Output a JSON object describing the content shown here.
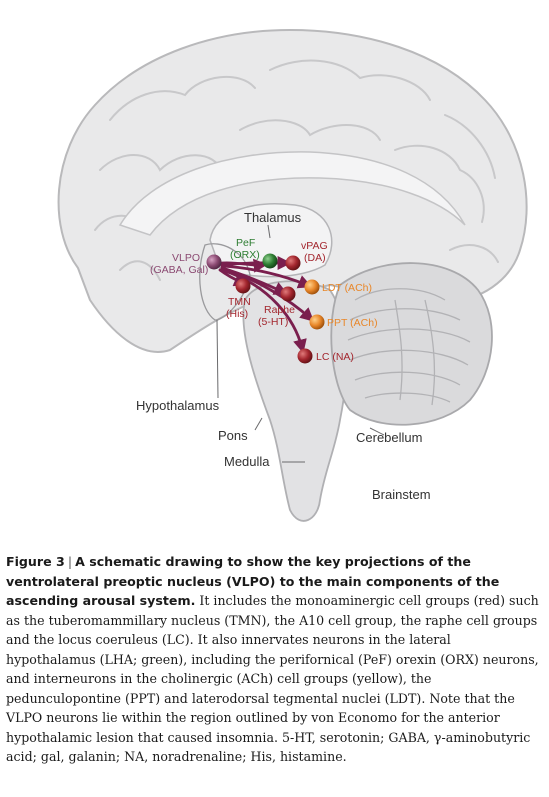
{
  "diagram": {
    "regions": {
      "thalamus": "Thalamus",
      "hypothalamus": "Hypothalamus",
      "pons": "Pons",
      "medulla": "Medulla",
      "cerebellum": "Cerebellum",
      "brainstem": "Brainstem"
    },
    "nuclei": {
      "vlpo": {
        "line1": "VLPO",
        "line2": "(GABA, Gal)",
        "color": "#8b4a72"
      },
      "pef": {
        "line1": "PeF",
        "line2": "(ORX)",
        "color": "#2e7d32"
      },
      "vpag": {
        "line1": "vPAG",
        "line2": "(DA)",
        "color": "#a3262e"
      },
      "tmn": {
        "line1": "TMN",
        "line2": "(His)",
        "color": "#a3262e"
      },
      "raphe": {
        "line1": "Raphe",
        "line2": "(5-HT)",
        "color": "#a3262e"
      },
      "ldt": {
        "text": "LDT (ACh)",
        "color": "#e8872a"
      },
      "ppt": {
        "text": "PPT (ACh)",
        "color": "#e8872a"
      },
      "lc": {
        "text": "LC (NA)",
        "color": "#a3262e"
      }
    },
    "arrow_color": "#7a1f4e"
  },
  "caption": {
    "figure_number": "Figure 3",
    "title": "A schematic drawing to show the key projections of the ventrolateral preoptic nucleus (VLPO) to the main components of the ascending arousal system.",
    "body": "It includes the monoaminergic cell groups (red) such as the tuberomammillary nucleus (TMN), the A10 cell group, the raphe cell groups and the locus coeruleus (LC). It also innervates neurons in the lateral hypothalamus (LHA; green), including the perifornical (PeF) orexin (ORX) neurons, and interneurons in the cholinergic (ACh) cell groups (yellow), the pedunculopontine (PPT) and laterodorsal tegmental nuclei (LDT). Note that the VLPO neurons lie within the region outlined by von Economo for the anterior hypothalamic lesion that caused insomnia. 5-HT, serotonin; GABA, γ-aminobutyric acid; gal, galanin; NA, noradrenaline; His, histamine."
  }
}
